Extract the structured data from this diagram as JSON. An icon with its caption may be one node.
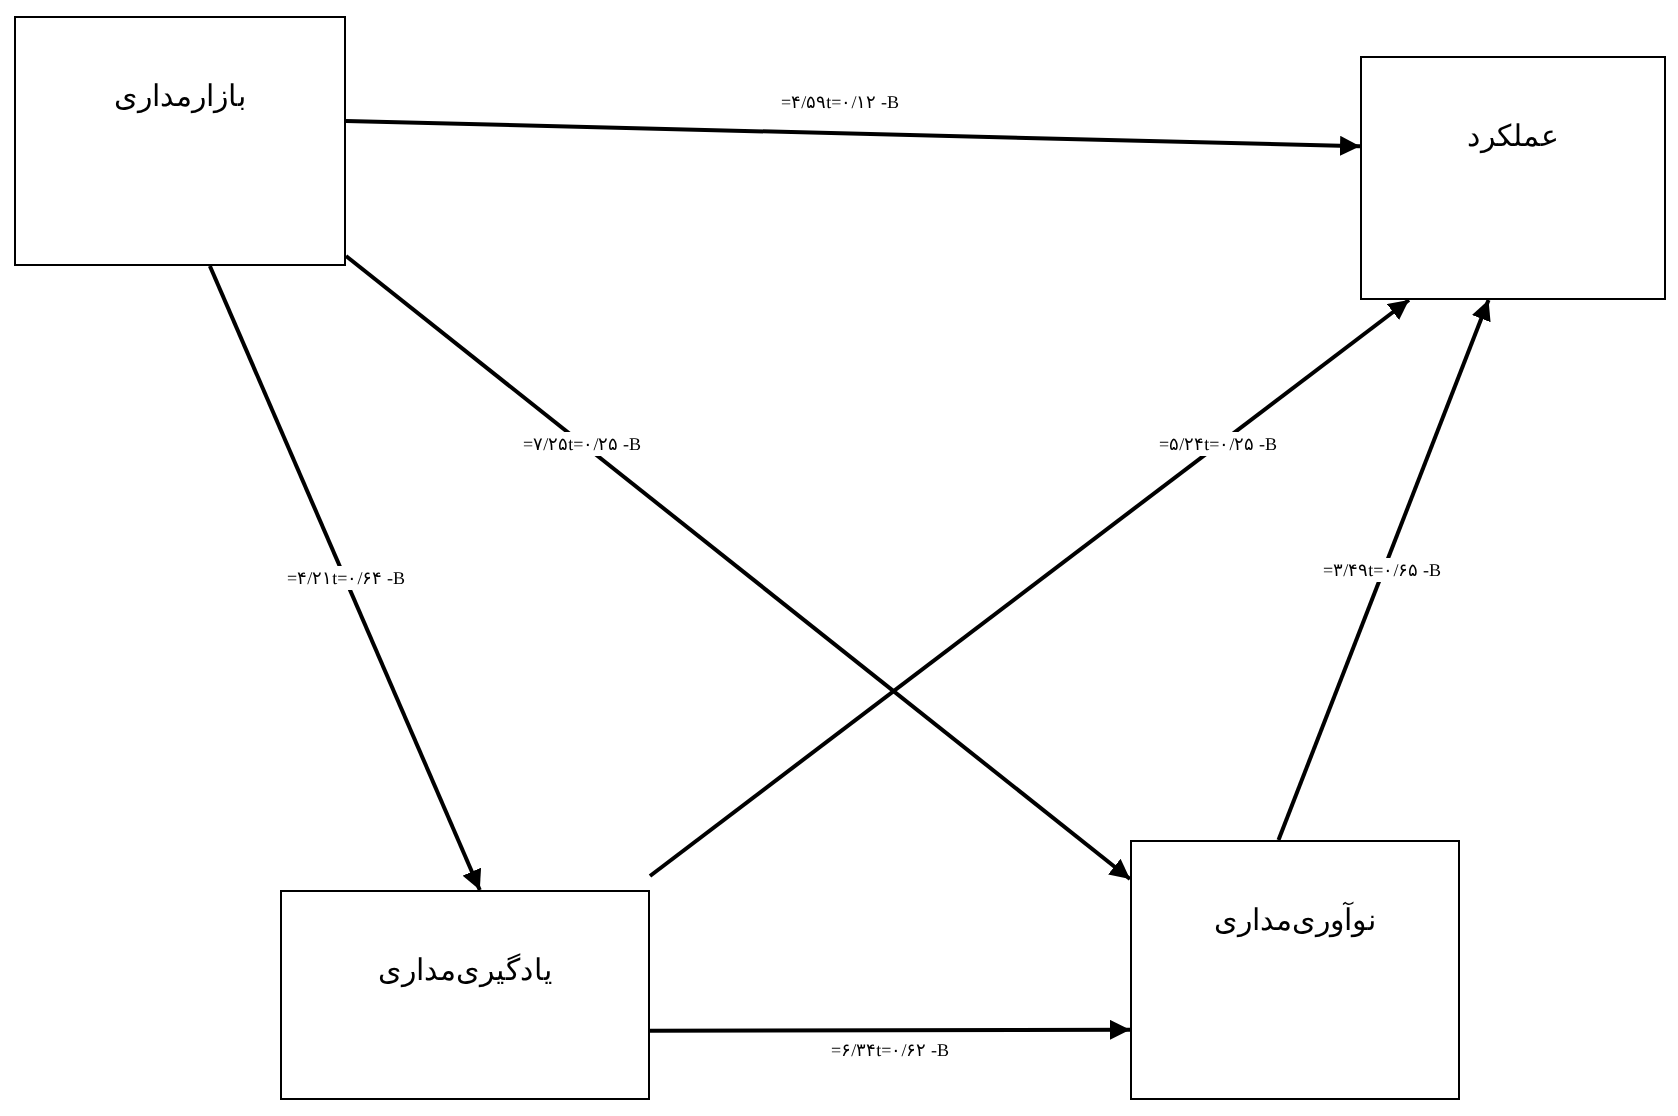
{
  "diagram": {
    "nodes": [
      {
        "text": [
          "بازارمداری"
        ]
      },
      {
        "text": [
          "عملکرد"
        ]
      },
      {
        "text": [
          "یادگیری‌مداری"
        ]
      },
      {
        "text": [
          "نوآوری‌مداری"
        ]
      }
    ],
    "edges": [
      {
        "from": 0,
        "to": 1,
        "arrow": "to",
        "label": "=۴/۵۹t=۰/۱۲ -B"
      },
      {
        "from": 0,
        "to": 3,
        "arrow": "to",
        "label": "=۷/۲۵t=۰/۲۵ -B"
      },
      {
        "from": 2,
        "to": 1,
        "arrow": "to",
        "label": "=۵/۲۴t=۰/۲۵ -B"
      },
      {
        "from": 0,
        "to": 2,
        "arrow": "to",
        "label": "=۴/۲۱t=۰/۶۴ -B"
      },
      {
        "from": 3,
        "to": 1,
        "arrow": "to",
        "label": "=۳/۴۹t=۰/۶۵ -B"
      },
      {
        "from": 2,
        "to": 3,
        "arrow": "to",
        "label": "=۶/۳۴t=۰/۶۲ -B"
      }
    ]
  }
}
